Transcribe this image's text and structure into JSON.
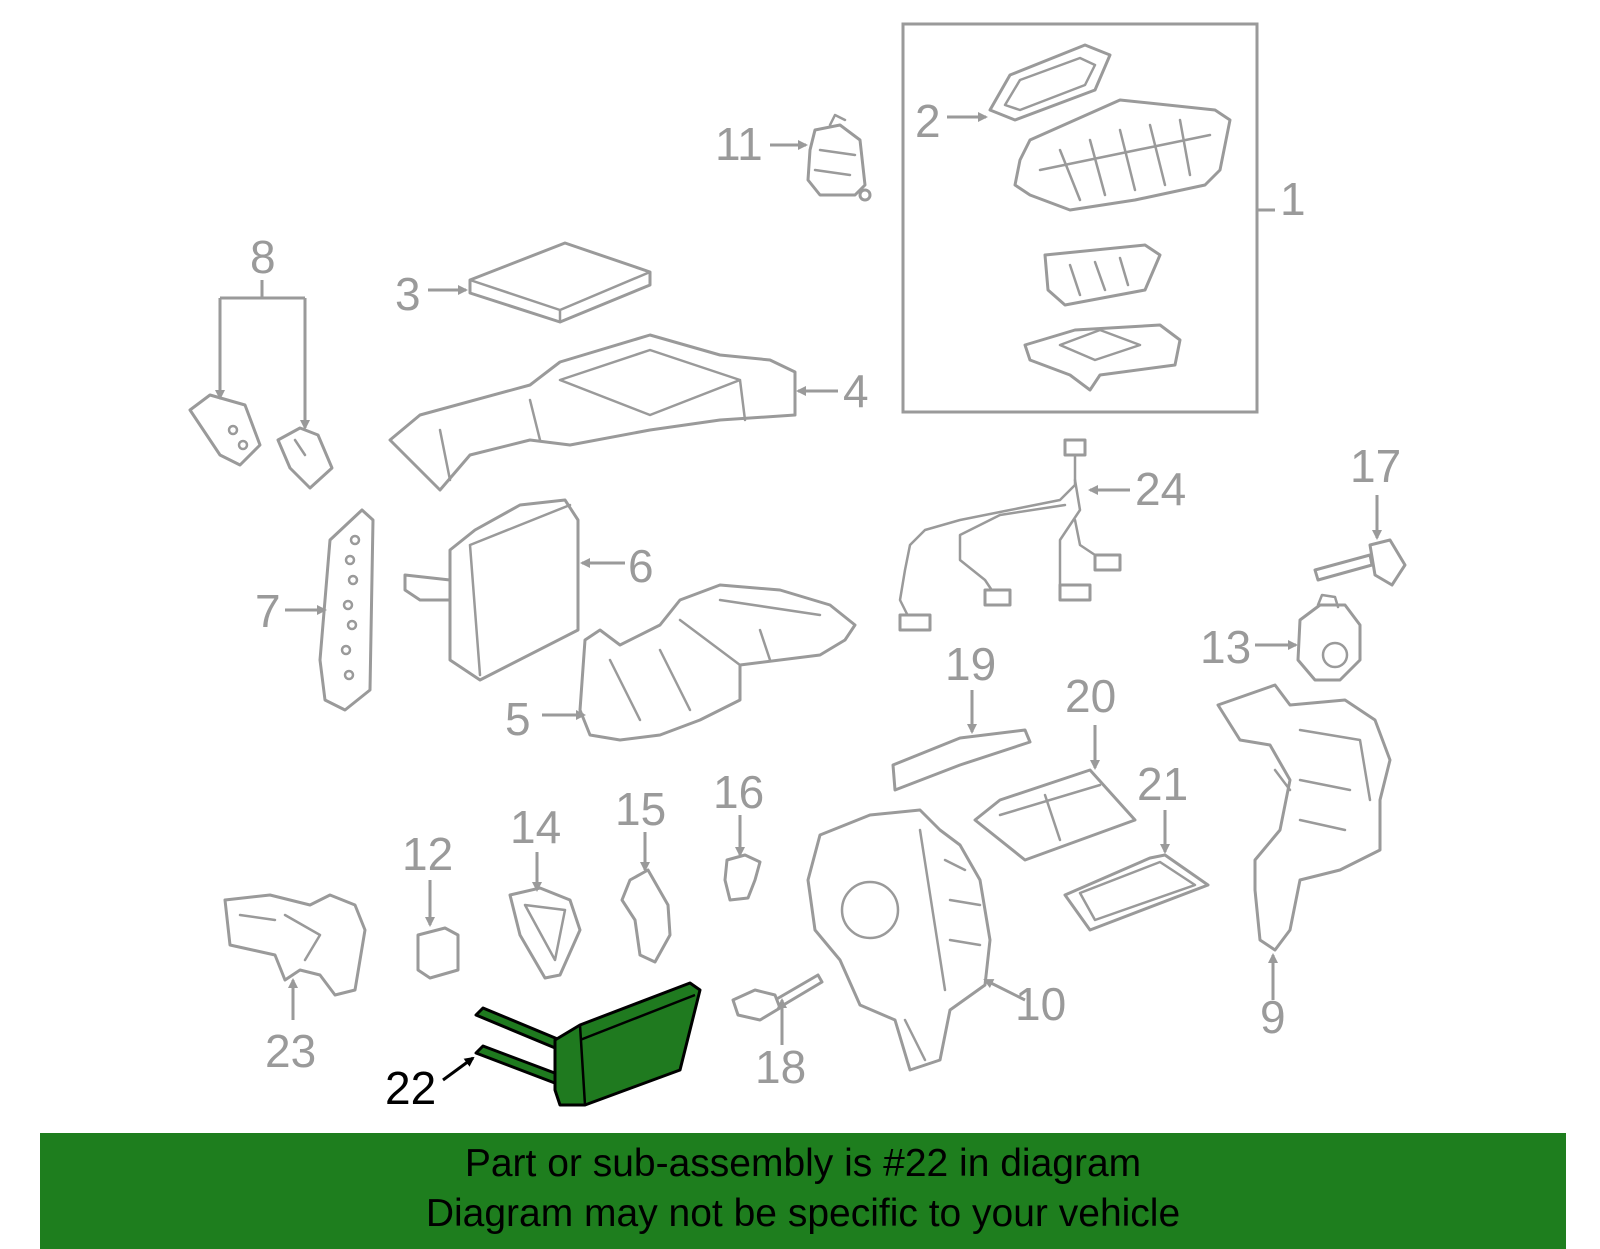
{
  "diagram": {
    "highlight_color": "#1e7e1e",
    "part_color": "#9a9a9a",
    "callouts": {
      "c1": "1",
      "c2": "2",
      "c3": "3",
      "c4": "4",
      "c5": "5",
      "c6": "6",
      "c7": "7",
      "c8": "8",
      "c9": "9",
      "c10": "10",
      "c11": "11",
      "c12": "12",
      "c13": "13",
      "c14": "14",
      "c15": "15",
      "c16": "16",
      "c17": "17",
      "c18": "18",
      "c19": "19",
      "c20": "20",
      "c21": "21",
      "c22": "22",
      "c23": "23",
      "c24": "24"
    }
  },
  "banner": {
    "line1": "Part or sub-assembly is #22 in diagram",
    "line2": "Diagram may not be specific to your vehicle"
  }
}
